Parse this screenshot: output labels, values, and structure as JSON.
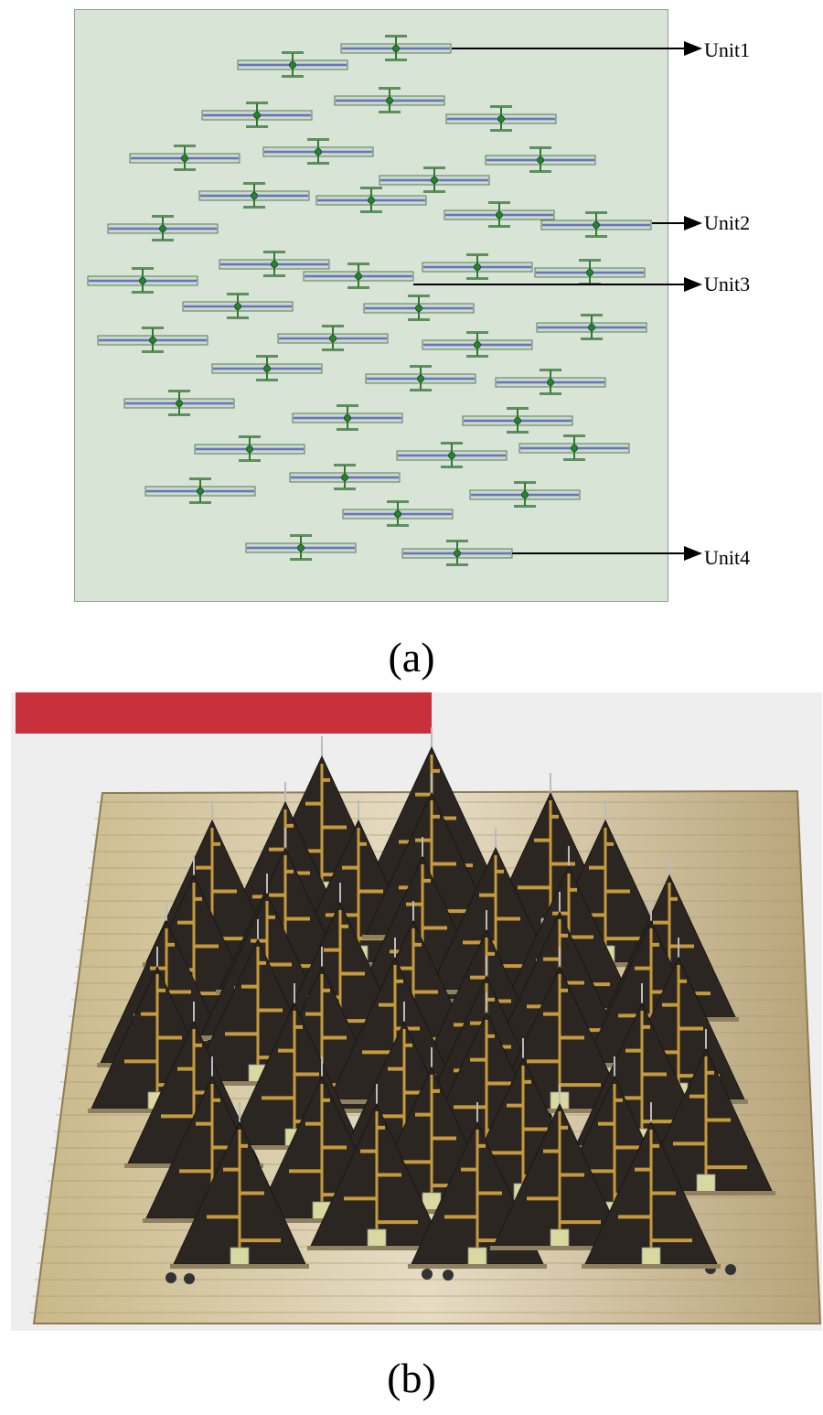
{
  "panel_a": {
    "caption": "(a)",
    "labels": {
      "unit1": "Unit1",
      "unit2": "Unit2",
      "unit3": "Unit3",
      "unit4": "Unit4"
    }
  },
  "panel_b": {
    "caption": "(b)"
  }
}
